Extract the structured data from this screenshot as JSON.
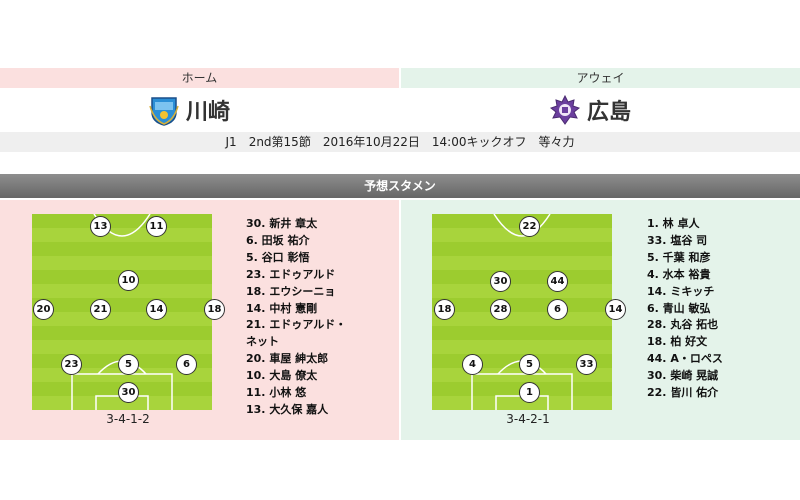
{
  "header": {
    "home_label": "ホーム",
    "away_label": "アウェイ",
    "home_team": "川崎",
    "away_team": "広島",
    "home_crest_icon": "frontale-crest-icon",
    "away_crest_icon": "sanfrecce-crest-icon"
  },
  "match": {
    "info": "J1　2nd第15節　2016年10月22日　14:00キックオフ　等々力"
  },
  "section": {
    "title": "予想スタメン"
  },
  "colors": {
    "home_bg": "#fbe0df",
    "away_bg": "#e4f3ea",
    "pitch": "#9ccc2f",
    "section_bar": "#777777"
  },
  "home": {
    "formation": "3-4-1-2",
    "players_on_pitch": [
      "13",
      "11",
      "10",
      "20",
      "21",
      "14",
      "18",
      "23",
      "5",
      "6",
      "30"
    ],
    "roster": [
      "30. 新井 章太",
      "6. 田坂 祐介",
      "5. 谷口 彰悟",
      "23. エドゥアルド",
      "18. エウシーニョ",
      "14. 中村 憲剛",
      "21. エドゥアルド・",
      "ネット",
      "20. 車屋 紳太郎",
      "10. 大島 僚太",
      "11. 小林 悠",
      "13. 大久保 嘉人"
    ]
  },
  "away": {
    "formation": "3-4-2-1",
    "players_on_pitch": [
      "22",
      "30",
      "44",
      "18",
      "28",
      "6",
      "14",
      "4",
      "5",
      "33",
      "1"
    ],
    "roster": [
      "1. 林 卓人",
      "33. 塩谷 司",
      "5. 千葉 和彦",
      "4. 水本 裕貴",
      "14. ミキッチ",
      "6. 青山 敏弘",
      "28. 丸谷 拓也",
      "18. 柏 好文",
      "44. A・ロペス",
      "30. 柴崎 晃誠",
      "22. 皆川 佑介"
    ]
  }
}
